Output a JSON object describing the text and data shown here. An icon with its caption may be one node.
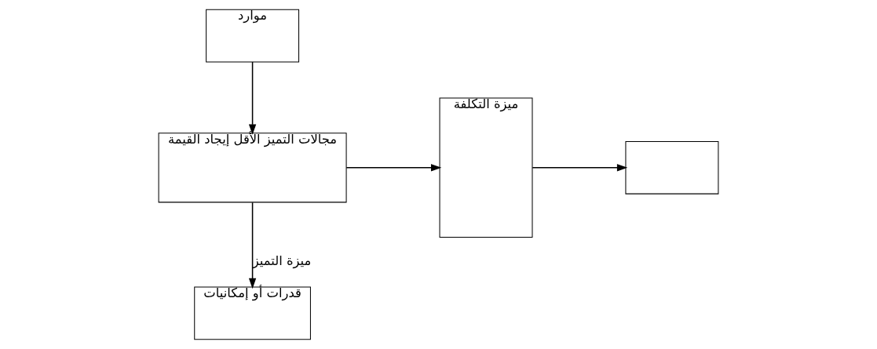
{
  "diagram": {
    "nodes": [
      {
        "text": [
          "موارد"
        ]
      },
      {
        "text": [
          "ميزة التكلفة"
        ]
      },
      {
        "text": [],
        "shape": "box"
      },
      {
        "text": [
          "مجالات التميز الأقل إيجاد القيمة"
        ]
      },
      {
        "text": [
          "قدرات أو إمكانيات"
        ]
      }
    ],
    "edges": [
      {
        "from": 0,
        "to": 3,
        "arrow": "to"
      },
      {
        "from": 3,
        "to": 1,
        "arrow": "to"
      },
      {
        "from": 1,
        "to": 2,
        "arrow": "to"
      },
      {
        "from": 3,
        "to": 4,
        "arrow": "to",
        "label": "ميزة التميز"
      }
    ]
  }
}
